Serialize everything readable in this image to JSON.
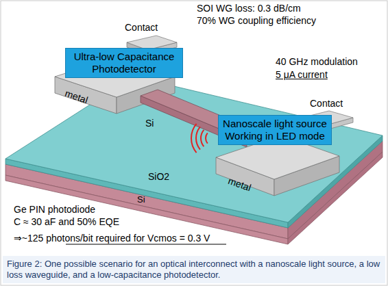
{
  "diagram": {
    "caption": "Figure 2: One possible scenario for an optical interconnect with a nanoscale light source, a low loss waveguide, and a low-capacitance photodetector.",
    "nodes": [
      {
        "text": [
          "Ultra-low Capacitance Photodetector"
        ]
      },
      {
        "text": [
          "Nanoscale light source Working in LED mode"
        ]
      }
    ],
    "edges": [],
    "labels": [
      "Contact",
      "SOI WG loss: 0.3 dB/cm",
      "70% WG coupling efficiency",
      "40 GHz modulation",
      "5 μA current",
      "metal",
      "Contact",
      "Si",
      "SiO2",
      "metal",
      "Si",
      "Ge PIN photodiode",
      "C ≈ 30 aF and 50% EQE",
      "⇒~125 photons/bit required for Vcmos = 0.3 V"
    ]
  }
}
